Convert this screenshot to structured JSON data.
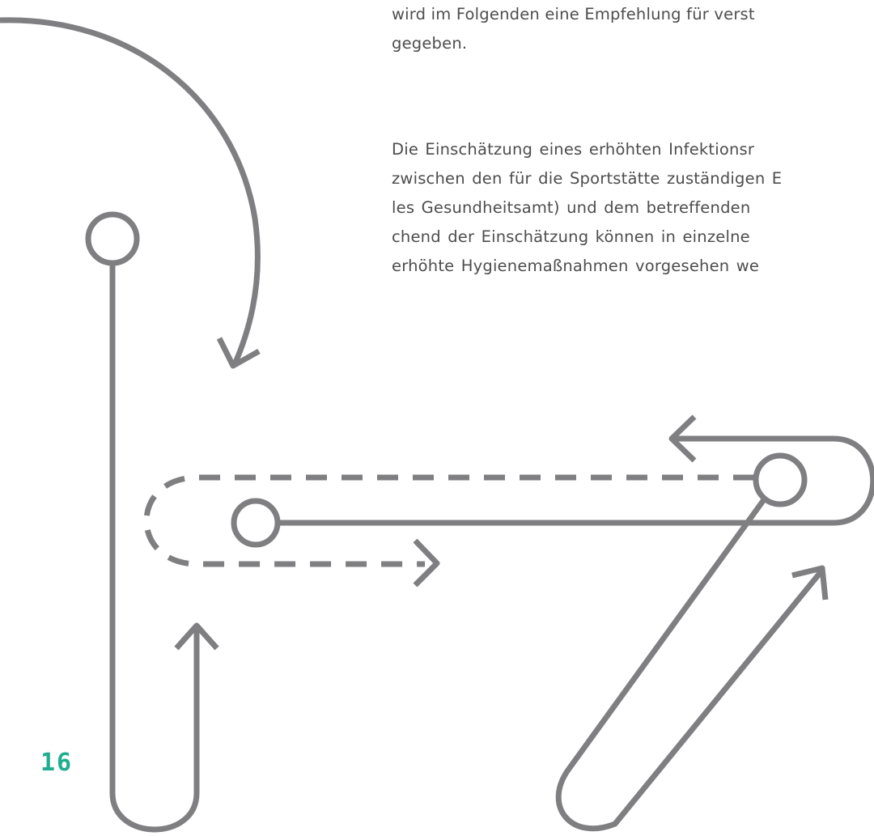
{
  "paragraph_1": {
    "lines": [
      "wird im Folgenden eine Empfehlung für verst",
      "gegeben."
    ]
  },
  "paragraph_2": {
    "lines": [
      "Die Einschätzung eines erhöhten Infektionsr",
      "zwischen den für die Sportstätte zuständigen E",
      "les Gesundheitsamt) und dem betreffenden",
      "chend der Einschätzung können in einzelne",
      "erhöhte Hygienemaßnahmen vorgesehen we"
    ]
  },
  "page_number": "16",
  "colors": {
    "text": "#4d4d4d",
    "graphic": "#7f7f82",
    "page_number": "#1fae8f"
  }
}
